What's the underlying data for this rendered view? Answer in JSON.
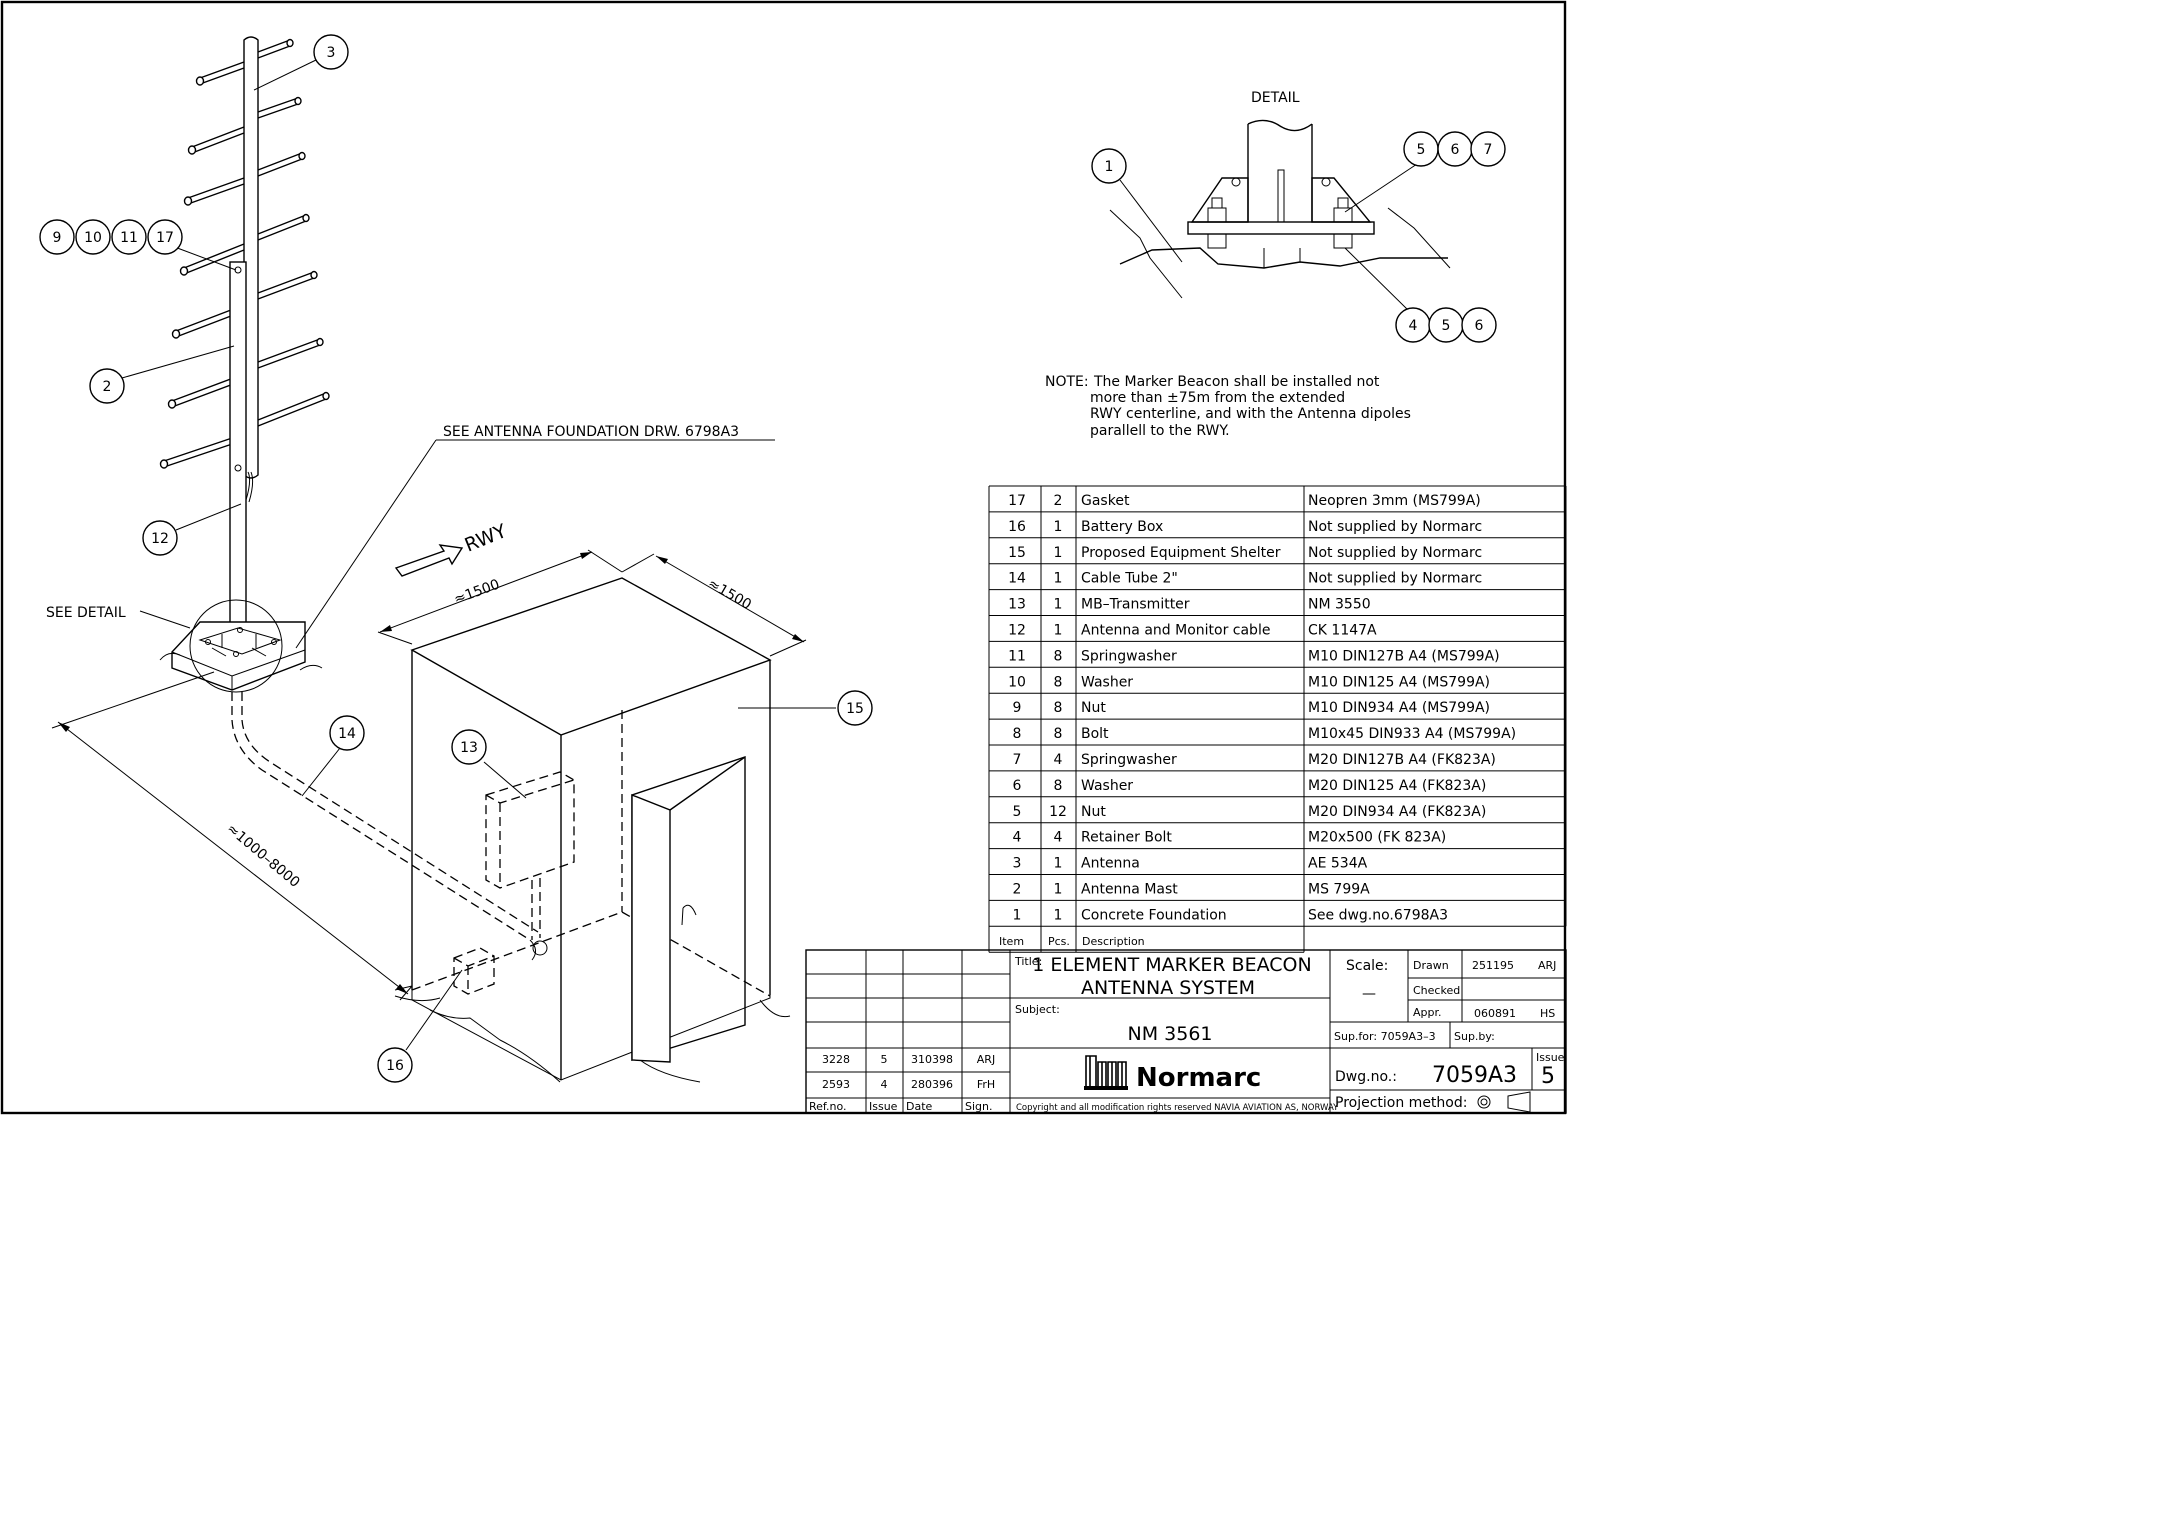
{
  "detail": {
    "title": "DETAIL",
    "callouts": {
      "c1": "1",
      "c5": "5",
      "c6": "6",
      "c7": "7",
      "c4b": "4",
      "c5b": "5",
      "c6b": "6"
    }
  },
  "note": {
    "label": "NOTE:",
    "lines": [
      "The Marker Beacon shall be installed not",
      "more than ±75m from the extended",
      "RWY centerline, and with the Antenna dipoles",
      "parallell to the RWY."
    ]
  },
  "labels": {
    "see_foundation": "SEE ANTENNA FOUNDATION DRW. 6798A3",
    "see_detail": "SEE DETAIL",
    "rwy": "RWY",
    "dim_1500_a": "≈1500",
    "dim_1500_b": "≈1500",
    "dim_cable": "≈1000–8000"
  },
  "callouts": {
    "c3": "3",
    "c9": "9",
    "c10": "10",
    "c11": "11",
    "c17": "17",
    "c2": "2",
    "c12": "12",
    "c14": "14",
    "c13": "13",
    "c15": "15",
    "c16": "16"
  },
  "parts": {
    "columns": {
      "item": "Item",
      "pcs": "Pcs.",
      "description": "Description"
    },
    "rows": [
      {
        "item": "17",
        "pcs": "2",
        "description": "Gasket",
        "reference": "Neopren 3mm (MS799A)"
      },
      {
        "item": "16",
        "pcs": "1",
        "description": "Battery Box",
        "reference": "Not supplied by Normarc"
      },
      {
        "item": "15",
        "pcs": "1",
        "description": "Proposed Equipment Shelter",
        "reference": "Not supplied by Normarc"
      },
      {
        "item": "14",
        "pcs": "1",
        "description": "Cable Tube 2\"",
        "reference": "Not supplied by Normarc"
      },
      {
        "item": "13",
        "pcs": "1",
        "description": "MB–Transmitter",
        "reference": "NM 3550"
      },
      {
        "item": "12",
        "pcs": "1",
        "description": "Antenna and Monitor cable",
        "reference": "CK 1147A"
      },
      {
        "item": "11",
        "pcs": "8",
        "description": "Springwasher",
        "reference": "M10 DIN127B A4 (MS799A)"
      },
      {
        "item": "10",
        "pcs": "8",
        "description": "Washer",
        "reference": "M10 DIN125 A4 (MS799A)"
      },
      {
        "item": "9",
        "pcs": "8",
        "description": "Nut",
        "reference": "M10 DIN934 A4 (MS799A)"
      },
      {
        "item": "8",
        "pcs": "8",
        "description": "Bolt",
        "reference": "M10x45 DIN933 A4 (MS799A)"
      },
      {
        "item": "7",
        "pcs": "4",
        "description": "Springwasher",
        "reference": "M20 DIN127B A4 (FK823A)"
      },
      {
        "item": "6",
        "pcs": "8",
        "description": "Washer",
        "reference": "M20 DIN125 A4 (FK823A)"
      },
      {
        "item": "5",
        "pcs": "12",
        "description": "Nut",
        "reference": "M20 DIN934 A4 (FK823A)"
      },
      {
        "item": "4",
        "pcs": "4",
        "description": "Retainer Bolt",
        "reference": "M20x500 (FK 823A)"
      },
      {
        "item": "3",
        "pcs": "1",
        "description": "Antenna",
        "reference": "AE 534A"
      },
      {
        "item": "2",
        "pcs": "1",
        "description": "Antenna Mast",
        "reference": "MS 799A"
      },
      {
        "item": "1",
        "pcs": "1",
        "description": "Concrete Foundation",
        "reference": "See dwg.no.6798A3"
      }
    ]
  },
  "title_block": {
    "title_label": "Title:",
    "title_line1": "1 ELEMENT MARKER BEACON",
    "title_line2": "ANTENNA SYSTEM",
    "subject_label": "Subject:",
    "subject": "NM 3561",
    "scale_label": "Scale:",
    "scale_value": "—",
    "drawn_label": "Drawn",
    "drawn_date": "251195",
    "drawn_by": "ARJ",
    "checked_label": "Checked",
    "appr_label": "Appr.",
    "appr_date": "060891",
    "appr_by": "HS",
    "sup_for": "Sup.for: 7059A3–3",
    "sup_by": "Sup.by:",
    "dwg_label": "Dwg.no.:",
    "dwg_no": "7059A3",
    "issue_label": "Issue",
    "issue": "5",
    "projection_label": "Projection method:",
    "logo_text": "Normarc",
    "copyright": "Copyright and all modification rights reserved NAVIA AVIATION AS, NORWAY",
    "revisions": [
      {
        "ref": "3228",
        "issue": "5",
        "date": "310398",
        "sign": "ARJ"
      },
      {
        "ref": "2593",
        "issue": "4",
        "date": "280396",
        "sign": "FrH"
      }
    ],
    "rev_headers": {
      "ref": "Ref.no.",
      "issue": "Issue",
      "date": "Date",
      "sign": "Sign."
    }
  }
}
